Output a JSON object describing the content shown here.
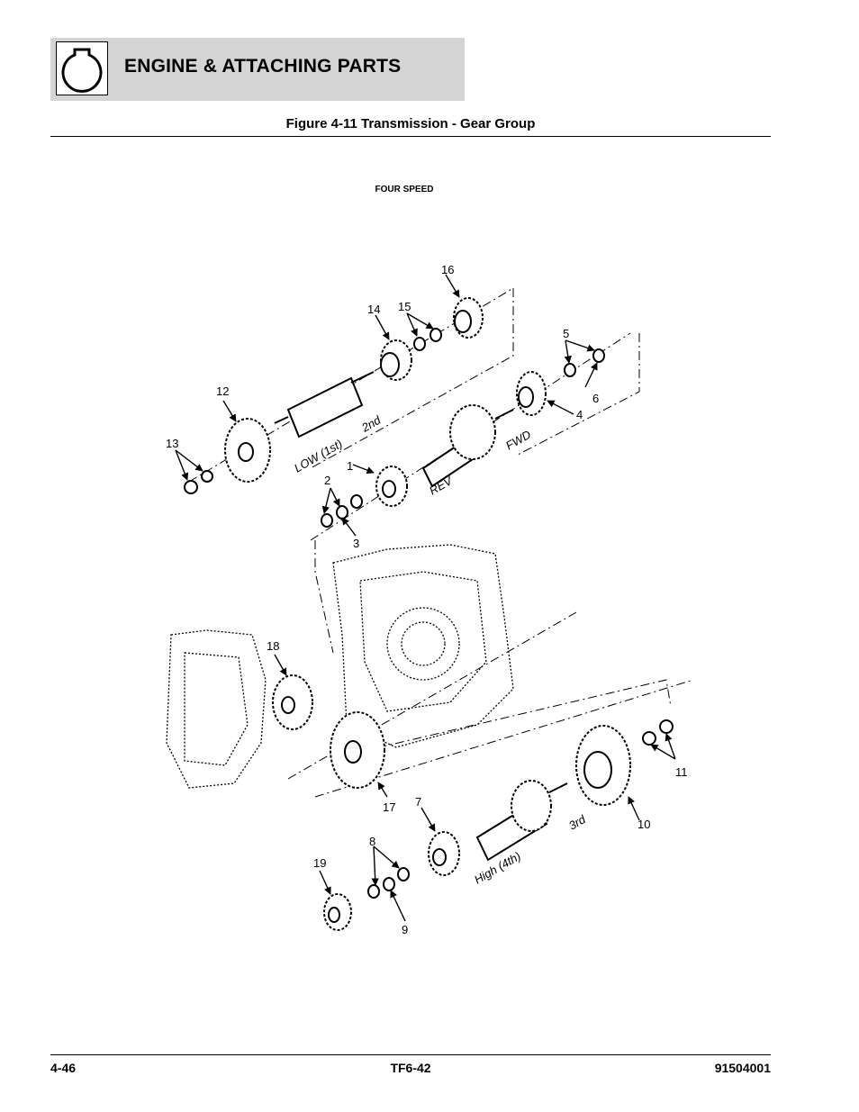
{
  "header": {
    "section_title": "ENGINE & ATTACHING PARTS",
    "icon": "engine-section-icon"
  },
  "figure": {
    "title": "Figure 4-11 Transmission - Gear Group",
    "variant_label": "FOUR SPEED",
    "shaft_labels": {
      "low": "LOW (1st)",
      "second": "2nd",
      "fwd": "FWD",
      "rev": "REV",
      "third": "3rd",
      "high": "High (4th)"
    },
    "callouts": {
      "c1": "1",
      "c2": "2",
      "c3": "3",
      "c4": "4",
      "c5": "5",
      "c6": "6",
      "c7": "7",
      "c8": "8",
      "c9": "9",
      "c10": "10",
      "c11": "11",
      "c12": "12",
      "c13": "13",
      "c14": "14",
      "c15": "15",
      "c16": "16",
      "c17": "17",
      "c18": "18",
      "c19": "19"
    }
  },
  "footer": {
    "page_number": "4-46",
    "model": "TF6-42",
    "manual_number": "91504001"
  }
}
